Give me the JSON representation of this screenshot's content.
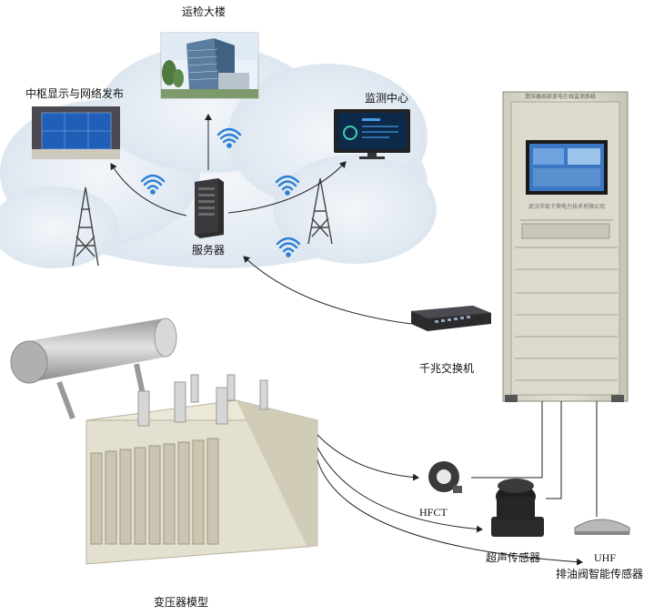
{
  "labels": {
    "building": "运检大楼",
    "display": "中枢显示与网络发布",
    "monitor_center": "监测中心",
    "server": "服务器",
    "switch": "千兆交换机",
    "hfct": "HFCT",
    "ultrasonic": "超声传感器",
    "uhf_line1": "UHF",
    "uhf_line2": "排油阀智能传感器",
    "transformer": "变压器模型",
    "cabinet_title": "变压器局部放电在线监测系统",
    "cabinet_company": "武汉市凯千荣电力技术有限公司"
  },
  "colors": {
    "cloud": "#e6edf5",
    "wifi": "#2a7fd4",
    "cabinet": "#d8d6c8",
    "transformer": "#e4e0cf",
    "line": "#222222"
  },
  "icons": [
    "wifi-icon",
    "antenna-tower-icon",
    "server-icon",
    "switch-icon",
    "monitor-icon"
  ]
}
